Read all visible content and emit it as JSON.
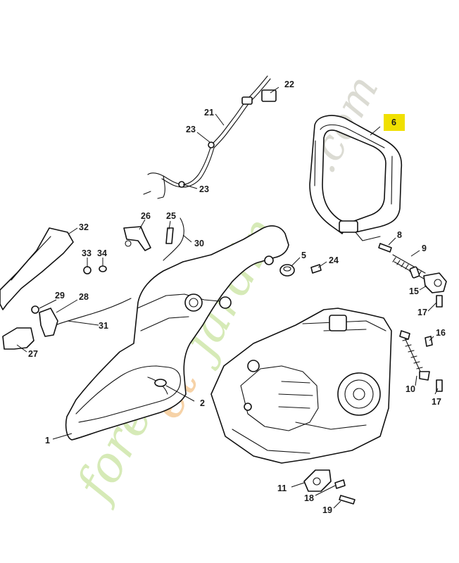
{
  "watermark": {
    "part1": "forêt",
    "part2": "et",
    "part3": "jardin",
    "part4": ".com"
  },
  "highlight": {
    "part_number": "6",
    "color": "#f0e000"
  },
  "callouts": {
    "c1": "1",
    "c2": "2",
    "c5": "5",
    "c6": "6",
    "c8": "8",
    "c9": "9",
    "c10": "10",
    "c11": "11",
    "c15": "15",
    "c16": "16",
    "c17a": "17",
    "c17b": "17",
    "c18": "18",
    "c19": "19",
    "c21": "21",
    "c22": "22",
    "c23a": "23",
    "c23b": "23",
    "c24": "24",
    "c25": "25",
    "c26": "26",
    "c27": "27",
    "c28": "28",
    "c29": "29",
    "c30": "30",
    "c31": "31",
    "c32": "32",
    "c33": "33",
    "c34": "34"
  }
}
